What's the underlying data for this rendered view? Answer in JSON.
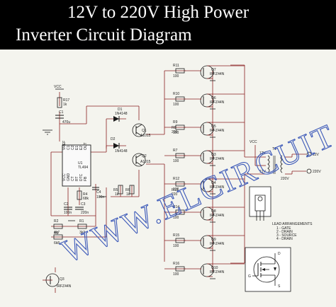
{
  "title": {
    "line1": "12V to 220V High Power",
    "line2": "Inverter Circuit Diagram"
  },
  "watermark": "WWW.ELCIRCUIT.COM",
  "colors": {
    "title_bg": "#000000",
    "title_text": "#ffffff",
    "wire": "#8b2020",
    "component": "#1a1a1a",
    "watermark": "#3b58b8",
    "background": "#f4f4ee"
  },
  "labels": {
    "vcc_top": "VCC",
    "vcc_right": "VCC",
    "r17": "R17",
    "r17_val": "1k",
    "c1": "C1",
    "c1_val": "470u",
    "ic_name": "U1",
    "ic_part": "TL494",
    "ic_pins": [
      "VREF",
      "C1",
      "C2",
      "E1",
      "E2",
      "OUT",
      "VCC",
      "GND",
      "CT",
      "RT",
      "DTC",
      "FB"
    ],
    "d1": "D1",
    "d1_part": "1N4148",
    "d2": "D2",
    "d2_part": "1N4148",
    "q1": "Q1",
    "q1_part": "A1015",
    "q2": "Q2",
    "q2_part": "A1015",
    "r5": "R5",
    "r5_val": "1k",
    "r6": "R6",
    "r6_val": "1k",
    "c4": "C4",
    "c4_val": "100n",
    "c2": "C2",
    "c2_val": "100n",
    "c3": "C3",
    "c3_val": "220n",
    "r4": "R4",
    "r4_val": "68k",
    "r2": "R2",
    "r2_val": "4k7",
    "r1": "R1",
    "r1_val": "3k3",
    "r3": "R3",
    "r3_val": "6k8",
    "transformer": "T1",
    "tr_12v": "12V",
    "tr_12v_b": "12V",
    "tr_220v": "220V",
    "terminal_12v": "12V",
    "terminal_220v": "220V",
    "q3": "Q3",
    "q3_part": "IRFZ44N",
    "q3_legend": [
      "G",
      "D",
      "S"
    ]
  },
  "mosfet_rows": [
    {
      "resistor": "R11",
      "resistor_val": "100",
      "mosfet": "Q7",
      "part": "IRFZ44N"
    },
    {
      "resistor": "R10",
      "resistor_val": "100",
      "mosfet": "Q6",
      "part": "IRFZ44N"
    },
    {
      "resistor": "R9",
      "resistor_val": "100",
      "mosfet": "Q5",
      "part": "IRFZ44N"
    },
    {
      "resistor": "R7",
      "resistor_val": "100",
      "mosfet": "Q3",
      "part": "IRFZ44N"
    },
    {
      "resistor": "R12",
      "resistor_val": "100",
      "mosfet": "Q4",
      "part": "IRFZ44N"
    },
    {
      "resistor": "R14",
      "resistor_val": "100",
      "mosfet": "Q8",
      "part": "IRFZ44N"
    },
    {
      "resistor": "R15",
      "resistor_val": "100",
      "mosfet": "Q9",
      "part": "IRFZ44N"
    },
    {
      "resistor": "R16",
      "resistor_val": "100",
      "mosfet": "Q10",
      "part": "IRFZ44N"
    }
  ],
  "extra_resistor": {
    "name": "R8",
    "val": "220"
  },
  "extra_resistor2": {
    "name": "R13",
    "val": "220"
  },
  "package_legend": {
    "heading": "LEAD ARRANGEMENTS",
    "pins": [
      "1 - GATE",
      "2 - DRAIN",
      "3 - SOURCE",
      "4 - DRAIN"
    ]
  },
  "symbol_legend": [
    "D",
    "G",
    "S"
  ]
}
